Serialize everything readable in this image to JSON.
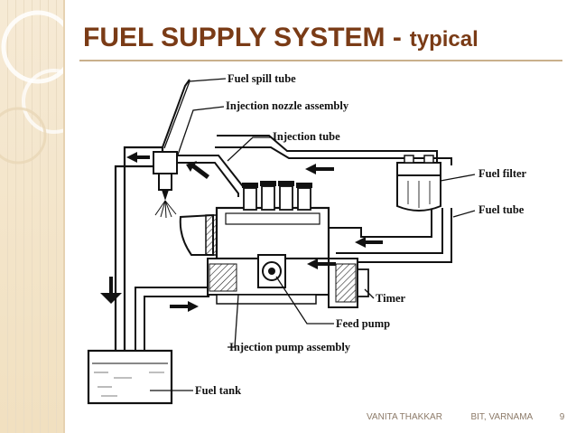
{
  "slide": {
    "title_main": "FUEL SUPPLY SYSTEM -",
    "title_sub": "typical"
  },
  "diagram": {
    "labels": {
      "fuel_spill_tube": "Fuel spill tube",
      "injection_nozzle_assembly": "Injection nozzle assembly",
      "injection_tube": "Injection tube",
      "fuel_filter": "Fuel filter",
      "fuel_tube": "Fuel tube",
      "timer": "Timer",
      "feed_pump": "Feed pump",
      "injection_pump_assembly": "Injection pump assembly",
      "fuel_tank": "Fuel tank"
    }
  },
  "footer": {
    "author": "VANITA THAKKAR",
    "institution": "BIT,  VARNAMA",
    "page_number": "9"
  },
  "colors": {
    "title": "#7a3b16",
    "side_panel": "#f4e6cd",
    "footer_text": "#8c7a68"
  }
}
